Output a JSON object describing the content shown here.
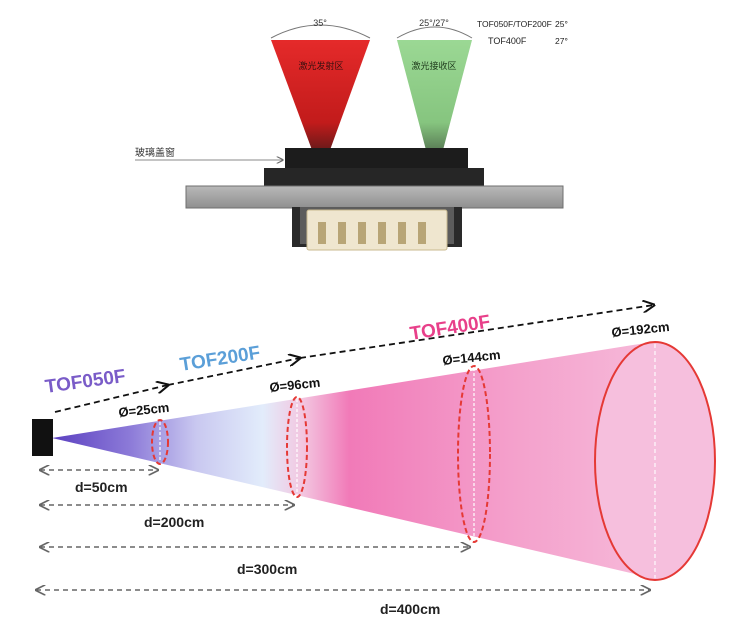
{
  "top": {
    "emit_angle": "35°",
    "recv_angle": "25°/27°",
    "emit_label": "激光发射区",
    "recv_label": "激光接收区",
    "model_a": "TOF050F/TOF200F",
    "model_a_angle": "25°",
    "model_b": "TOF400F",
    "model_b_angle": "27°",
    "glass_label": "玻璃盖窗"
  },
  "bottom": {
    "tof050": "TOF050F",
    "tof200": "TOF200F",
    "tof400": "TOF400F",
    "diam_25": "Ø=25cm",
    "diam_96": "Ø=96cm",
    "diam_144": "Ø=144cm",
    "diam_192": "Ø=192cm",
    "d50": "d=50cm",
    "d200": "d=200cm",
    "d300": "d=300cm",
    "d400": "d=400cm"
  },
  "colors": {
    "emit": "#e02020",
    "recv": "#8fd18a",
    "tof050": "#7a5cc8",
    "tof200": "#5b9fd8",
    "tof400": "#e8408a",
    "ellipse": "#e53935"
  }
}
